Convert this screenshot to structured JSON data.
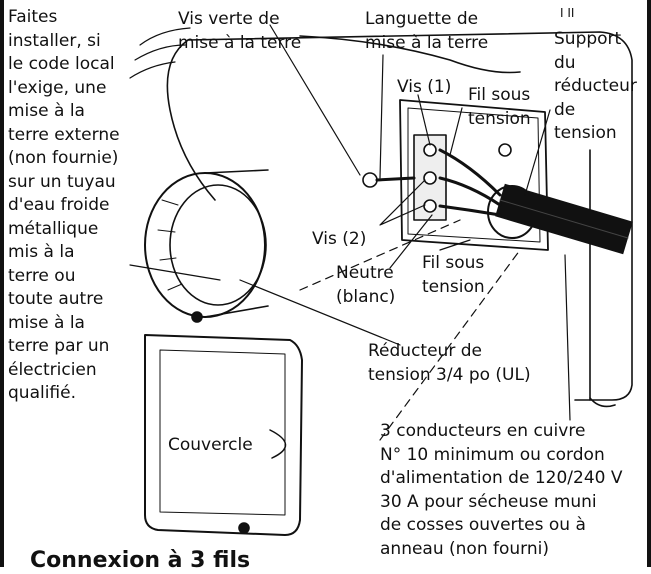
{
  "labels": {
    "grounding_note": "Faites\ninstaller, si\nle code local\nl'exige, une\nmise à la\nterre externe\n(non fournie)\nsur un tuyau\nd'eau froide\nmétallique\nmis à la\nterre ou\ntoute autre\nmise à la\nterre par un\nélectricien\nqualifié.",
    "green_screw": "Vis verte de\nmise à la terre",
    "ground_tab": "Languette de\nmise à la terre",
    "support": "Support\ndu\nréducteur\nde\ntension",
    "screw1": "Vis (1)",
    "live_wire_top": "Fil sous\ntension",
    "screw2": "Vis (2)",
    "neutral": "Neutre\n(blanc)",
    "live_wire_bottom": "Fil sous\ntension",
    "strain_relief": "Réducteur de\ntension 3/4 po (UL)",
    "cover": "Couvercle",
    "conductors": "3 conducteurs en cuivre\nN° 10 minimum ou cordon\nd'alimentation de 120/240 V\n30 A pour sécheuse muni\nde cosses ouvertes ou à\nanneau (non fourni)",
    "section_heading": "Connexion à 3 fils",
    "tick_marks": "I      II"
  },
  "colors": {
    "ink": "#111111",
    "paper": "#ffffff",
    "cord": "#1a1a1a"
  }
}
